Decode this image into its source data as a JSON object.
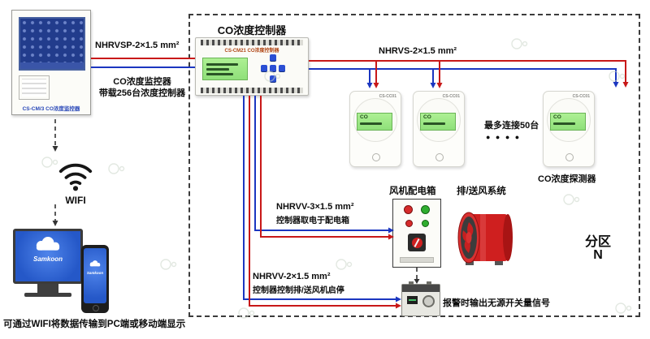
{
  "colors": {
    "wire_red": "#c81818",
    "wire_blue": "#1b36c0",
    "lcd_green": "#8fe07a",
    "fan_red": "#d42222"
  },
  "cables": {
    "nhrvsp": "NHRVSP-2×1.5 mm²",
    "nhrvs": "NHRVS-2×1.5 mm²",
    "nhrvv3": "NHRVV-3×1.5 mm²",
    "nhrvv3_desc": "控制器取电于配电箱",
    "nhrvv2": "NHRVV-2×1.5 mm²",
    "nhrvv2_desc": "控制器控制排/送风机启停"
  },
  "monitor": {
    "model": "CS-CM/3 CO浓度监控器",
    "caption_line1": "CO浓度监控器",
    "caption_line2": "带载256台浓度控制器"
  },
  "controller": {
    "title": "CO浓度控制器",
    "model": "CS-CM21 CO浓度控制器"
  },
  "detectors": {
    "model": "CS-CC01",
    "lcd_label": "CO",
    "max_note": "最多连接50台",
    "dots": "● ● ● ●",
    "label": "CO浓度探测器"
  },
  "fan": {
    "box_label": "风机配电箱",
    "system_label": "排/送风系统"
  },
  "alarm_note": "报警时输出无源开关量信号",
  "zone": {
    "line1": "分区",
    "line2": "N"
  },
  "wifi_label": "WIFI",
  "bottom_note": "可通过WIFI将数据传输到PC端或移动端显示",
  "brand": "Samkoon"
}
